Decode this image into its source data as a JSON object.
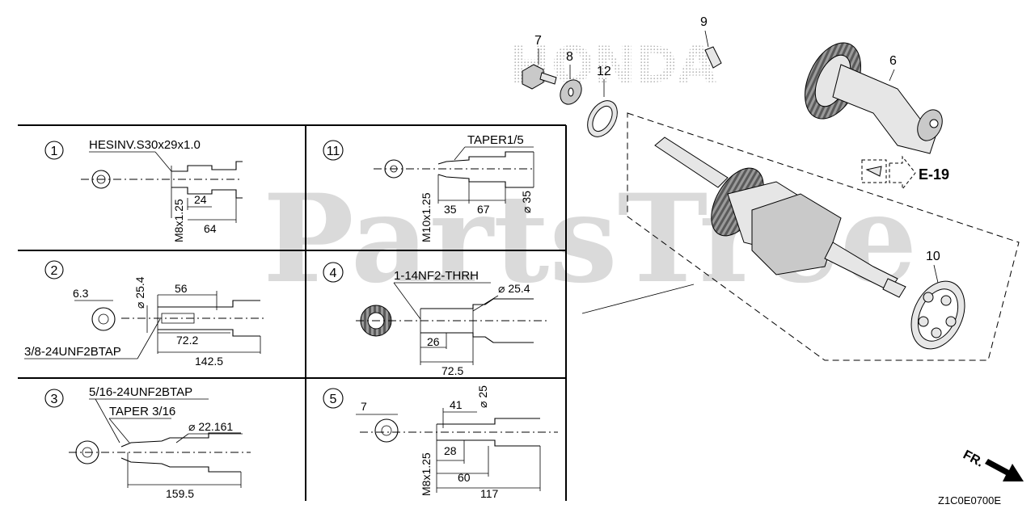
{
  "watermark": "PartsTree",
  "brand_watermark": "HONDA",
  "image_code": "Z1C0E0700E",
  "front_marker": "FR.",
  "reference": "E-19",
  "callouts": {
    "c6": "6",
    "c7": "7",
    "c8": "8",
    "c9": "9",
    "c10": "10",
    "c12": "12"
  },
  "variants": {
    "v1": {
      "num": "1",
      "spec": "HESINV.S30x29x1.0",
      "thread": "M8x1.25",
      "d1": "24",
      "d2": "64"
    },
    "v11": {
      "num": "11",
      "spec": "TAPER1/5",
      "thread": "M10x1.25",
      "d1": "35",
      "d2": "67",
      "dia": "⌀ 35"
    },
    "v2": {
      "num": "2",
      "key": "6.3",
      "dia": "⌀ 25.4",
      "d0": "56",
      "d1": "72.2",
      "d2": "142.5",
      "tap": "3/8-24UNF2BTAP"
    },
    "v4": {
      "num": "4",
      "thread": "1-14NF2-THRH",
      "dia": "⌀ 25.4",
      "d1": "26",
      "d2": "72.5"
    },
    "v3": {
      "num": "3",
      "tap": "5/16-24UNF2BTAP",
      "taper": "TAPER 3/16",
      "dia": "⌀ 22.161",
      "d1": "159.5"
    },
    "v5": {
      "num": "5",
      "key": "7",
      "d0": "41",
      "dia": "⌀ 25",
      "d1": "28",
      "d2": "60",
      "d3": "117",
      "thread": "M8x1.25"
    }
  }
}
